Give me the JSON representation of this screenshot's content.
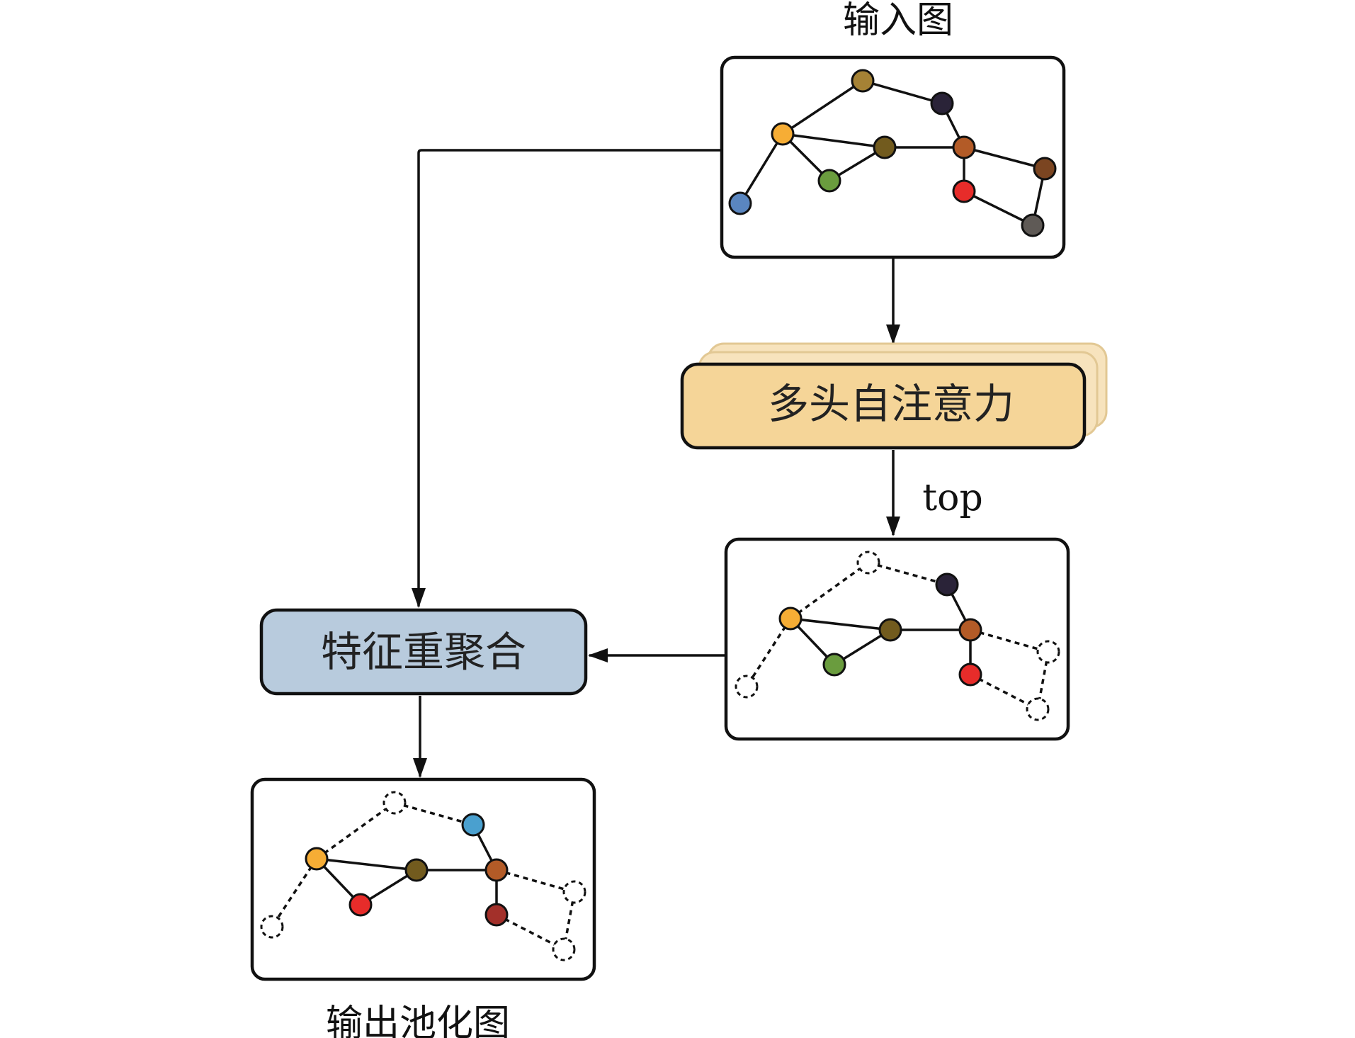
{
  "labels": {
    "input_graph": "输入图",
    "output_graph": "输出池化图",
    "attention": "多头自注意力",
    "reaggregation": "特征重聚合",
    "top": "top"
  },
  "colors": {
    "attention_fill": "#f5d598",
    "attention_stack_fill": "#f7e3bd",
    "attention_stack_stroke": "#e2c894",
    "reaggregation_fill": "#b8cbdd",
    "frame_stroke": "#111111"
  },
  "graph_input_nodes": [
    {
      "id": "n1",
      "color": "#a58235"
    },
    {
      "id": "n2",
      "color": "#2a2338"
    },
    {
      "id": "n3",
      "color": "#f6ad35"
    },
    {
      "id": "n4",
      "color": "#725b1e"
    },
    {
      "id": "n5",
      "color": "#b35b27"
    },
    {
      "id": "n6",
      "color": "#7b4521"
    },
    {
      "id": "n7",
      "color": "#6a9c3e"
    },
    {
      "id": "n8",
      "color": "#e72c2a"
    },
    {
      "id": "n9",
      "color": "#5a86c0"
    },
    {
      "id": "n10",
      "color": "#5f5a56"
    }
  ],
  "graph_topk_nodes": [
    {
      "id": "n2",
      "color": "#2a2338"
    },
    {
      "id": "n3",
      "color": "#f6ad35"
    },
    {
      "id": "n4",
      "color": "#725b1e"
    },
    {
      "id": "n5",
      "color": "#b35b27"
    },
    {
      "id": "n7",
      "color": "#6a9c3e"
    },
    {
      "id": "n8",
      "color": "#e72c2a"
    }
  ],
  "graph_output_nodes": [
    {
      "id": "n2",
      "color": "#4aa0cf"
    },
    {
      "id": "n3",
      "color": "#f6ad35"
    },
    {
      "id": "n4",
      "color": "#725b1e"
    },
    {
      "id": "n5",
      "color": "#b35b27"
    },
    {
      "id": "n7",
      "color": "#e72c2a"
    },
    {
      "id": "n8",
      "color": "#a3302a"
    }
  ]
}
